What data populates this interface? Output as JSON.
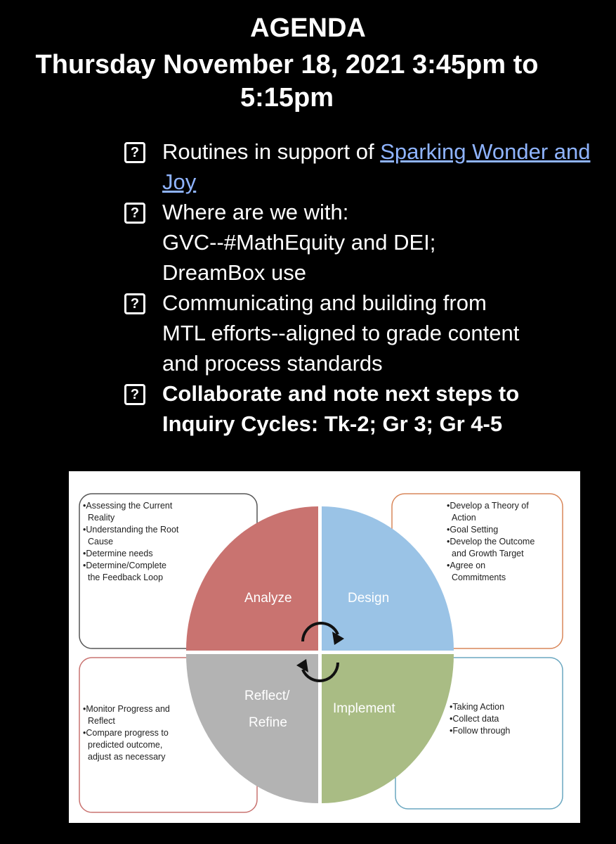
{
  "header": {
    "line1": "AGENDA",
    "line2": "Thursday November 18, 2021 3:45pm to",
    "line3": "5:15pm"
  },
  "checkbox_glyph": "?",
  "agenda": {
    "item1_pre": "Routines in support of ",
    "item1_link": "Sparking Wonder and Joy",
    "item2_l1": "Where are we with:",
    "item2_l2": "GVC--#MathEquity and DEI;",
    "item2_l3": "DreamBox use",
    "item3_l1": "Communicating and building from",
    "item3_l2": "MTL efforts--aligned to grade content",
    "item3_l3": "and process standards",
    "item4_l1": "Collaborate and note next steps to",
    "item4_l2": "Inquiry Cycles: Tk-2; Gr 3; Gr 4-5"
  },
  "colors": {
    "analyze": "#c97370",
    "design": "#9ac3e6",
    "reflect": "#b3b3b3",
    "implement": "#a9bc84",
    "link": "#8fb4ff"
  },
  "cycle": {
    "analyze": {
      "label": "Analyze",
      "notes": [
        "•Assessing the Current",
        "Reality",
        "•Understanding the Root",
        "Cause",
        "•Determine needs",
        "•Determine/Complete",
        "the Feedback Loop"
      ]
    },
    "design": {
      "label": "Design",
      "notes": [
        "•Develop a Theory of",
        "Action",
        "•Goal Setting",
        "•Develop the Outcome",
        "and Growth Target",
        "•Agree on",
        "Commitments"
      ]
    },
    "reflect": {
      "label_l1": "Reflect/",
      "label_l2": "Refine",
      "notes": [
        "•Monitor Progress and",
        "Reflect",
        "•Compare progress to",
        "predicted outcome,",
        "adjust as necessary"
      ]
    },
    "implement": {
      "label": "Implement",
      "notes": [
        "•Taking Action",
        "•Collect data",
        "•Follow through"
      ]
    }
  }
}
